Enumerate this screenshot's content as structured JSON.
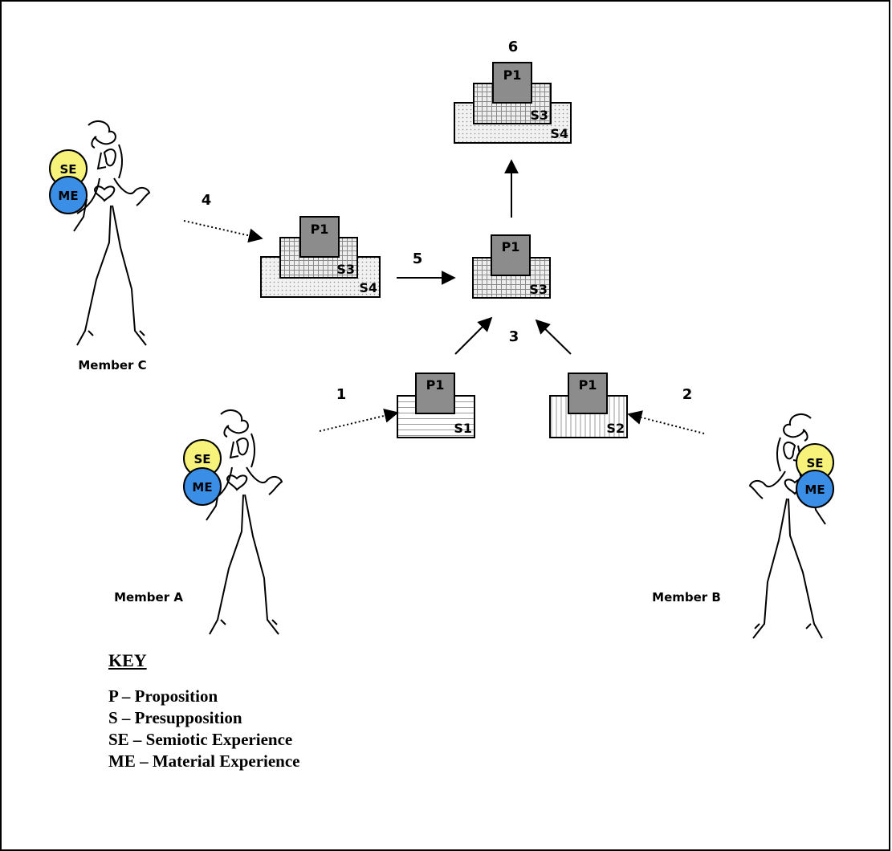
{
  "steps": [
    "1",
    "2",
    "3",
    "4",
    "5",
    "6"
  ],
  "badges": {
    "semiotic": "SE",
    "material": "ME"
  },
  "members": {
    "a": "Member A",
    "b": "Member B",
    "c": "Member C"
  },
  "blocks": {
    "s1": {
      "top": "P1",
      "base": "S1"
    },
    "s2": {
      "top": "P1",
      "base": "S2"
    },
    "s3": {
      "top": "P1",
      "base": "S3"
    },
    "s34": {
      "top": "P1",
      "mid": "S3",
      "base": "S4"
    },
    "final": {
      "top": "P1",
      "mid": "S3",
      "base": "S4"
    }
  },
  "key": {
    "title": "KEY",
    "items": [
      "P – Proposition",
      "S – Presupposition",
      "SE – Semiotic Experience",
      "ME – Material Experience"
    ]
  },
  "colors": {
    "proposition": "#8c8c8c",
    "se": "#f7f37a",
    "me": "#3a8ee6"
  }
}
